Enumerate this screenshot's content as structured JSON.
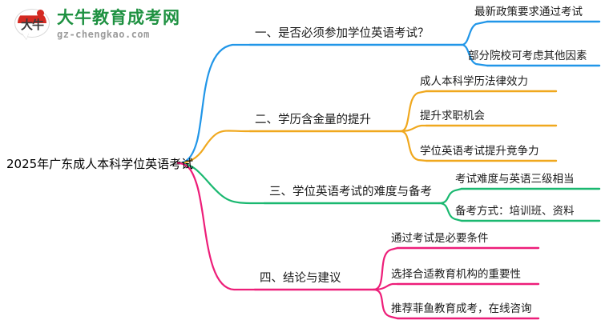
{
  "logo": {
    "mark_text": "大牛",
    "brand_cn": "大牛教育成考网",
    "brand_url": "gz-chengkao.com"
  },
  "mindmap": {
    "root": "2025年广东成人本科学位英语考试",
    "branches": [
      {
        "label": "一、是否必须参加学位英语考试？",
        "color": "#2196e8",
        "children": [
          {
            "label": "最新政策要求通过考试"
          },
          {
            "label": "部分院校可考虑其他因素"
          }
        ]
      },
      {
        "label": "二、学历含金量的提升",
        "color": "#f0a81e",
        "children": [
          {
            "label": "成人本科学历法律效力"
          },
          {
            "label": "提升求职机会"
          },
          {
            "label": "学位英语考试提升竞争力"
          }
        ]
      },
      {
        "label": "三、学位英语考试的难度与备考",
        "color": "#1ab870",
        "children": [
          {
            "label": "考试难度与英语三级相当"
          },
          {
            "label": "备考方式：培训班、资料"
          }
        ]
      },
      {
        "label": "四、结论与建议",
        "color": "#ed1e79",
        "children": [
          {
            "label": "通过考试是必要条件"
          },
          {
            "label": "选择合适教育机构的重要性"
          },
          {
            "label": "推荐菲鱼教育成考，在线咨询"
          }
        ]
      }
    ]
  }
}
